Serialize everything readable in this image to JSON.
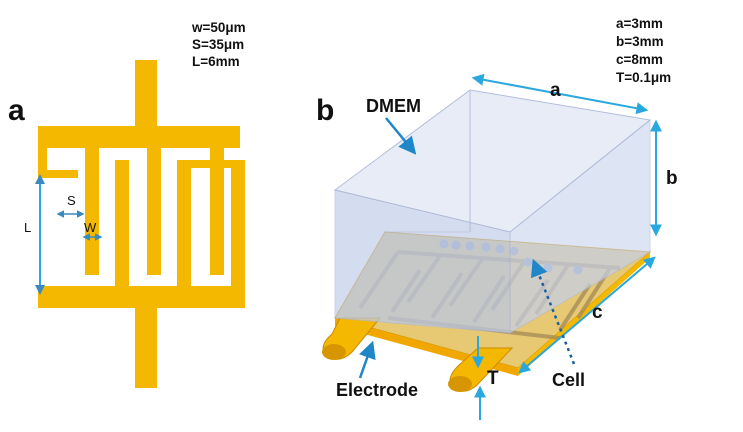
{
  "colors": {
    "electrode": "#f5b800",
    "electrode_dark": "#d79500",
    "dimension_arrow": "#29a8df",
    "callout_arrow": "#1f86c8",
    "medium_fill": "#d6dff2",
    "medium_edge": "#aab6d6"
  },
  "panel_a": {
    "letter": "a",
    "params": [
      "w=50μm",
      "S=35μm",
      "L=6mm"
    ],
    "label_s": "S",
    "label_w": "W",
    "label_l": "L"
  },
  "panel_b": {
    "letter": "b",
    "params": [
      "a=3mm",
      "b=3mm",
      "c=8mm",
      "T=0.1μm"
    ],
    "label_dmem": "DMEM",
    "label_a": "a",
    "label_b": "b",
    "label_c": "c",
    "label_t": "T",
    "label_electrode": "Electrode",
    "label_cell": "Cell"
  }
}
